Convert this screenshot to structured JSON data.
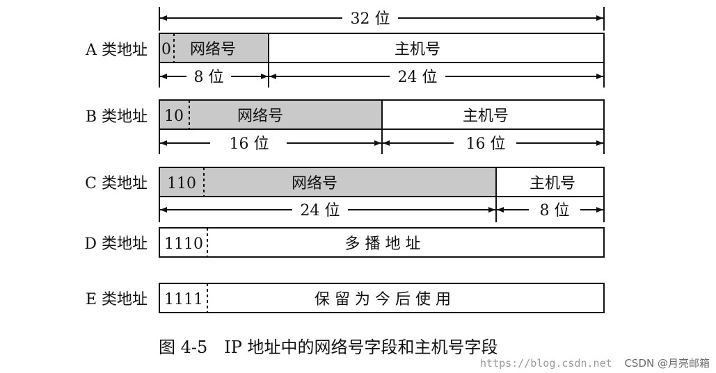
{
  "colors": {
    "network_fill": "#c9c9c9",
    "host_fill": "#ffffff",
    "stroke": "#111111"
  },
  "total_bits": {
    "text": "32 位"
  },
  "classes": [
    {
      "label": "A 类地址",
      "prefix": "0",
      "network": "网络号",
      "host": "主机号",
      "net_bits": "8 位",
      "host_bits": "24 位"
    },
    {
      "label": "B 类地址",
      "prefix": "10",
      "network": "网络号",
      "host": "主机号",
      "net_bits": "16 位",
      "host_bits": "16 位"
    },
    {
      "label": "C 类地址",
      "prefix": "110",
      "network": "网络号",
      "host": "主机号",
      "net_bits": "24 位",
      "host_bits": "8 位"
    },
    {
      "label": "D 类地址",
      "prefix": "1110",
      "body": "多 播 地 址"
    },
    {
      "label": "E 类地址",
      "prefix": "1111",
      "body": "保 留 为 今 后 使 用"
    }
  ],
  "caption": "图 4-5　IP 地址中的网络号字段和主机号字段",
  "watermark": {
    "url": "https://blog.csdn.net",
    "credit": "CSDN @月亮邮箱"
  }
}
